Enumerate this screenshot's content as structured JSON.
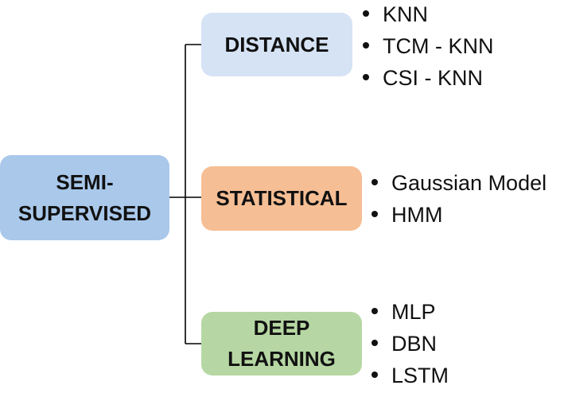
{
  "colors": {
    "root": "#a9c8ea",
    "distance": "#d5e3f4",
    "statistical": "#f5be94",
    "deep_learning": "#b6d7a3",
    "connector": "#000000"
  },
  "root": {
    "label": "SEMI-\nSUPERVISED"
  },
  "branches": [
    {
      "label": "DISTANCE",
      "items": [
        "KNN",
        "TCM - KNN",
        "CSI - KNN"
      ]
    },
    {
      "label": "STATISTICAL",
      "items": [
        "Gaussian Model",
        "HMM"
      ]
    },
    {
      "label": "DEEP\nLEARNING",
      "items": [
        "MLP",
        "DBN",
        "LSTM"
      ]
    }
  ]
}
